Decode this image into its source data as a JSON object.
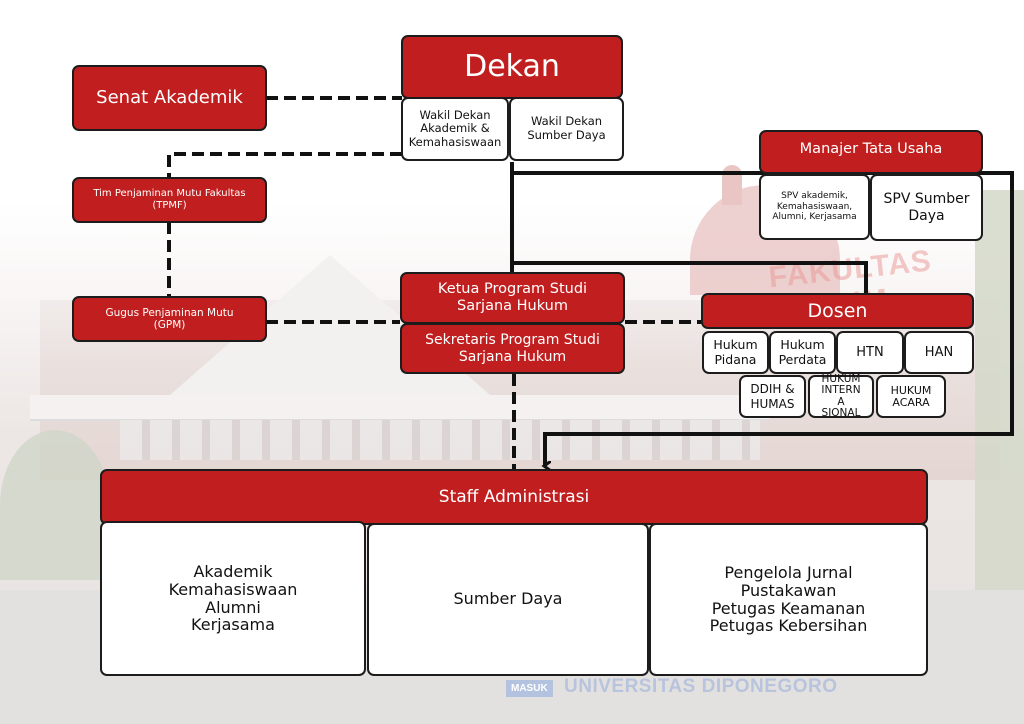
{
  "diagram": {
    "type": "organizational-chart",
    "colors": {
      "primary_red": "#c11f1f",
      "box_white": "#ffffff",
      "line": "#111111"
    },
    "background_texts": {
      "building_sign": "FAKULTAS HUKUM",
      "gate_sign": "UNIVERSITAS DIPONEGORO",
      "entry_sign": "MASUK"
    },
    "nodes": {
      "dekan": "Dekan",
      "wakil_dekan_akademik": "Wakil Dekan Akademik & Kemahasiswaan",
      "wakil_dekan_sumber_daya": "Wakil Dekan Sumber Daya",
      "senat_akademik": "Senat Akademik",
      "tpmf": "Tim Penjaminan Mutu Fakultas (TPMF)",
      "gpm": "Gugus Penjaminan Mutu (GPM)",
      "manajer_tata_usaha": "Manajer Tata Usaha",
      "spv_akademik": "SPV akademik, Kemahasiswaan, Alumni, Kerjasama",
      "spv_sumber_daya": "SPV Sumber Daya",
      "ketua_prodi": "Ketua Program Studi Sarjana Hukum",
      "sekretaris_prodi": "Sekretaris Program Studi Sarjana Hukum",
      "dosen": "Dosen",
      "dosen_groups": [
        "Hukum Pidana",
        "Hukum Perdata",
        "HTN",
        "HAN",
        "DDIH & HUMAS",
        "HUKUM INTERNA SIONAL",
        "HUKUM ACARA"
      ],
      "staff_administrasi": "Staff Administrasi",
      "staff_units": [
        "Akademik\nKemahasiswaan\nAlumni\nKerjasama",
        "Sumber Daya",
        "Pengelola Jurnal\nPustakawan\nPetugas Keamanan\nPetugas Kebersihan"
      ]
    },
    "edges": [
      {
        "from": "senat_akademik",
        "to": "dekan",
        "style": "dashed"
      },
      {
        "from": "wakil_dekan_akademik",
        "to": "tpmf",
        "style": "dashed"
      },
      {
        "from": "tpmf",
        "to": "gpm",
        "style": "dashed"
      },
      {
        "from": "gpm",
        "to": "ketua_prodi",
        "style": "dashed"
      },
      {
        "from": "ketua_prodi",
        "to": "dosen",
        "style": "dashed"
      },
      {
        "from": "wakil_dekan_sumber_daya",
        "to": "manajer_tata_usaha",
        "style": "solid"
      },
      {
        "from": "wakil_dekan_sumber_daya",
        "to": "ketua_prodi",
        "style": "solid"
      },
      {
        "from": "wakil_dekan_sumber_daya",
        "to": "dosen",
        "style": "solid"
      },
      {
        "from": "manajer_tata_usaha",
        "to": "staff_administrasi",
        "style": "solid-arrow"
      },
      {
        "from": "sekretaris_prodi",
        "to": "staff_administrasi",
        "style": "dashed"
      }
    ]
  }
}
